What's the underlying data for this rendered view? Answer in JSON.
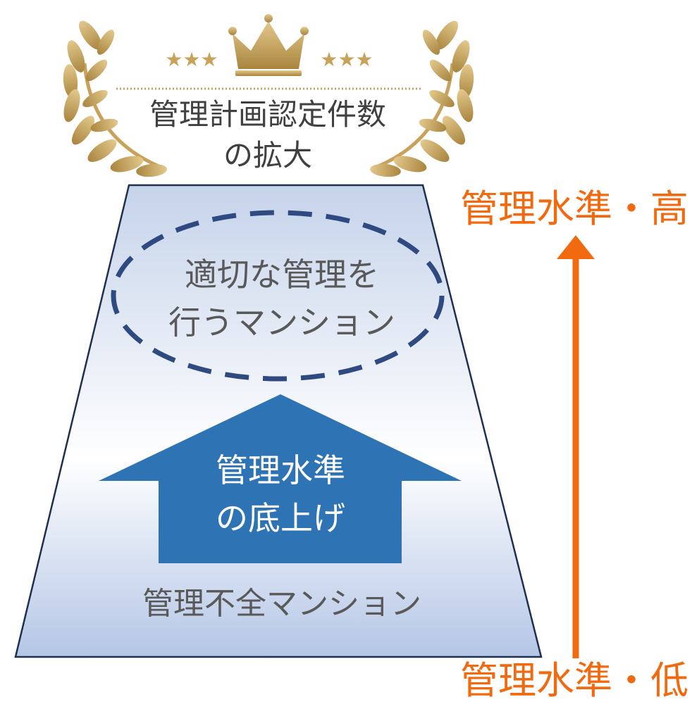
{
  "award": {
    "stars_left": "★★★",
    "stars_right": "★★★",
    "line1": "管理計画認定件数",
    "line2": "の拡大"
  },
  "pyramid": {
    "good_mansion_line1": "適切な管理を",
    "good_mansion_line2": "行うマンション",
    "bottom_label": "管理不全マンション"
  },
  "raise_arrow": {
    "line1": "管理水準",
    "line2": "の底上げ"
  },
  "scale": {
    "high_label": "管理水準・高",
    "low_label": "管理水準・低"
  },
  "colors": {
    "gold": "#c8a25a",
    "pyramid_top": "#c5d3ea",
    "pyramid_mid": "#ffffff",
    "pyramid_bottom": "#b4c6e6",
    "pyramid_outline": "#1f2f4f",
    "dashed_ellipse": "#2f4a80",
    "arrow_blue": "#2e74b5",
    "orange": "#f26a10"
  }
}
